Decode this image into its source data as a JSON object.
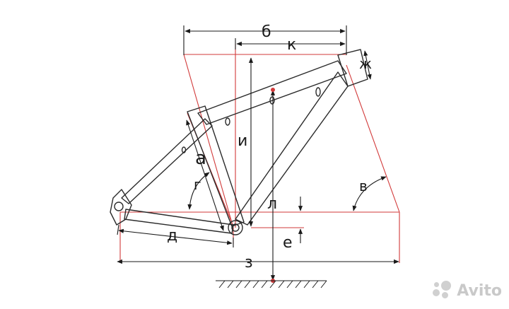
{
  "labels": {
    "b": "б",
    "k": "к",
    "zh": "ж",
    "i": "и",
    "a": "а",
    "g": "г",
    "v": "в",
    "l": "л",
    "d": "д",
    "e": "е",
    "z": "з"
  },
  "watermark": {
    "text": "Avito"
  },
  "colors": {
    "red": "#d23a3a",
    "frame": "#2b2b2b",
    "dim": "#1a1a1a"
  }
}
